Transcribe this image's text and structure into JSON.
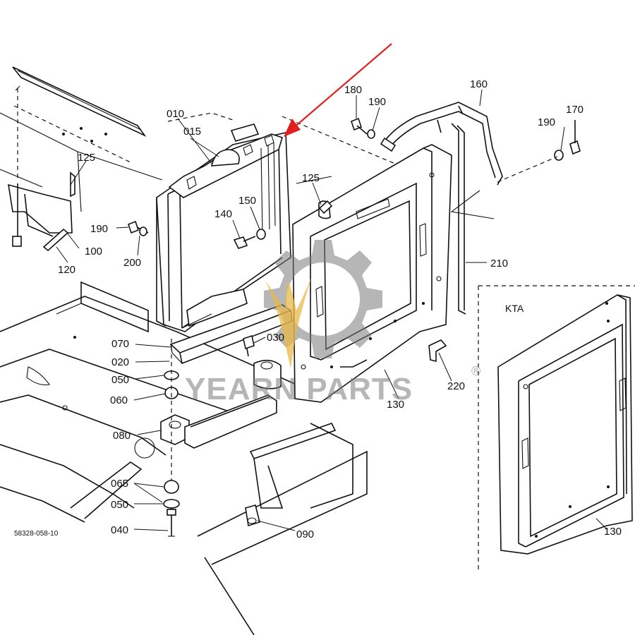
{
  "labels": {
    "l010": "010",
    "l015": "015",
    "l020": "020",
    "l030": "030",
    "l040": "040",
    "l050a": "050",
    "l050b": "050",
    "l060": "060",
    "l065": "065",
    "l070": "070",
    "l080": "080",
    "l090": "090",
    "l100": "100",
    "l120": "120",
    "l125a": "125",
    "l125b": "125",
    "l130a": "130",
    "l130b": "130",
    "l140": "140",
    "l150": "150",
    "l160": "160",
    "l170": "170",
    "l180": "180",
    "l190a": "190",
    "l190b": "190",
    "l190c": "190",
    "l200": "200",
    "l210": "210",
    "l220": "220"
  },
  "inset_label": "KTA",
  "drawing_code": "58328-058-10",
  "watermark": {
    "text": "YEARN PARTS",
    "registered": "®"
  },
  "colors": {
    "line": "#111111",
    "arrow": "#e02020",
    "watermark_gray": "#7a7a7a",
    "watermark_gold": "#e8b84a"
  }
}
